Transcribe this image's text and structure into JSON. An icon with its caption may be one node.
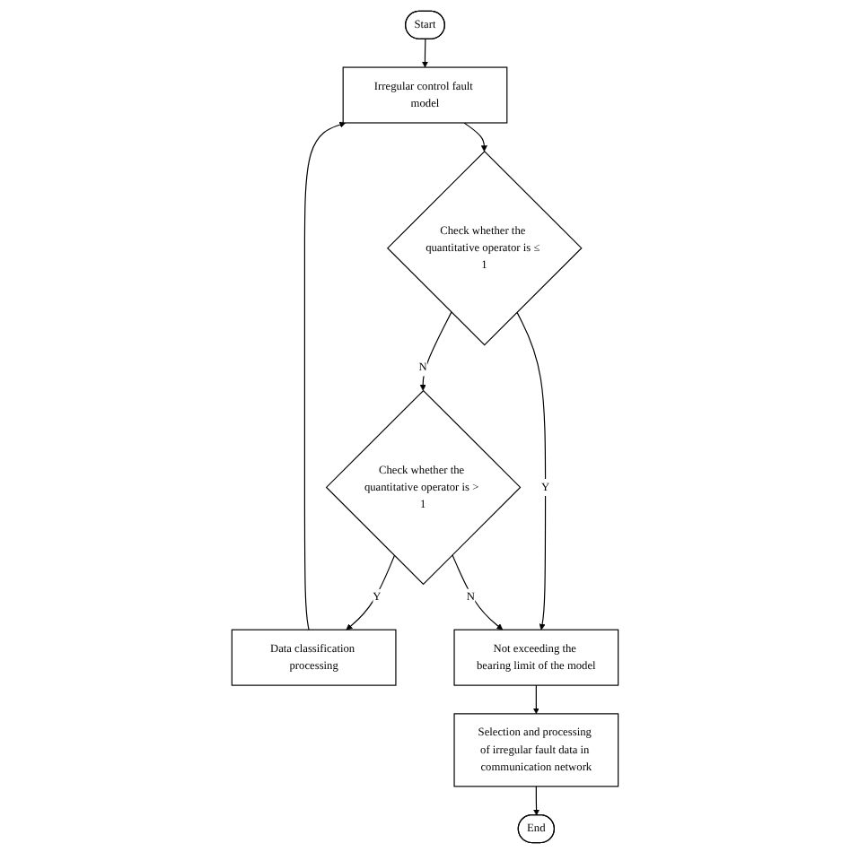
{
  "diagram": {
    "nodes": [
      {
        "text": [
          "Start"
        ]
      },
      {
        "text": [
          "Irregular control fault model"
        ]
      },
      {
        "text": [
          "Data classification processing"
        ]
      },
      {
        "text": [
          "Check whether the quantitative operator is ≤ 1"
        ]
      },
      {
        "text": [
          "Check whether the quantitative operator is > 1"
        ]
      },
      {
        "text": [
          "Not exceeding the bearing limit of the model"
        ]
      },
      {
        "text": [
          "Selection and processing of irregular fault data in communication network"
        ]
      },
      {
        "text": [
          "End"
        ]
      }
    ],
    "edges": [
      {
        "from": 0,
        "to": 1,
        "arrow": "to"
      },
      {
        "from": 1,
        "to": 3,
        "arrow": "to"
      },
      {
        "from": 3,
        "to": 4,
        "arrow": "to",
        "label": "N"
      },
      {
        "from": 4,
        "to": 2,
        "arrow": "to",
        "label": "Y"
      },
      {
        "from": 2,
        "to": 1,
        "arrow": "to"
      },
      {
        "from": 3,
        "to": 5,
        "arrow": "to",
        "label": "Y"
      },
      {
        "from": 4,
        "to": 5,
        "arrow": "to",
        "label": "N"
      },
      {
        "from": 5,
        "to": 6,
        "arrow": "to"
      },
      {
        "from": 6,
        "to": 7,
        "arrow": "to"
      }
    ]
  }
}
